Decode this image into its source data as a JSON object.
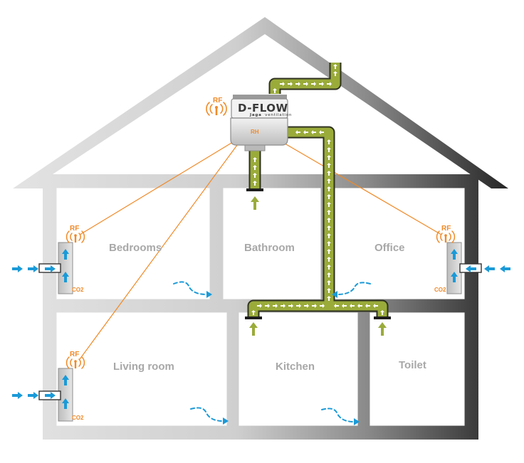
{
  "diagram": {
    "unit": {
      "brand": "D-FLOW",
      "subbrand_strong": "Jaga",
      "subbrand_rest": "ventilation",
      "sensor": "RH"
    },
    "rooms": [
      {
        "key": "bedrooms",
        "label": "Bedrooms"
      },
      {
        "key": "bathroom",
        "label": "Bathroom"
      },
      {
        "key": "office",
        "label": "Office"
      },
      {
        "key": "living",
        "label": "Living room"
      },
      {
        "key": "kitchen",
        "label": "Kitchen"
      },
      {
        "key": "toilet",
        "label": "Toilet"
      }
    ],
    "rf_label": "RF",
    "co2_label": "CO2",
    "colors": {
      "wall_light": "#d8d8d8",
      "wall_dark": "#1e1e1e",
      "duct_fill": "#9aab3a",
      "duct_edge": "#2f3220",
      "fresh_air": "#1a9ad8",
      "rf_line": "#f08a28"
    }
  }
}
